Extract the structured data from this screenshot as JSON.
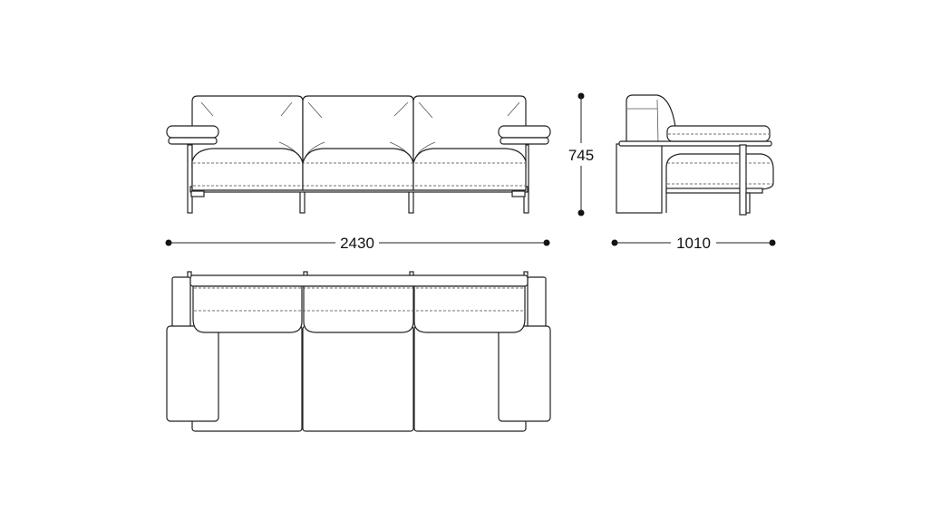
{
  "dimensions": {
    "width_label": "2430",
    "depth_label": "1010",
    "height_label": "745"
  },
  "views": [
    "front-view",
    "side-view",
    "top-view"
  ],
  "line_color": "#222222",
  "background": "#ffffff"
}
